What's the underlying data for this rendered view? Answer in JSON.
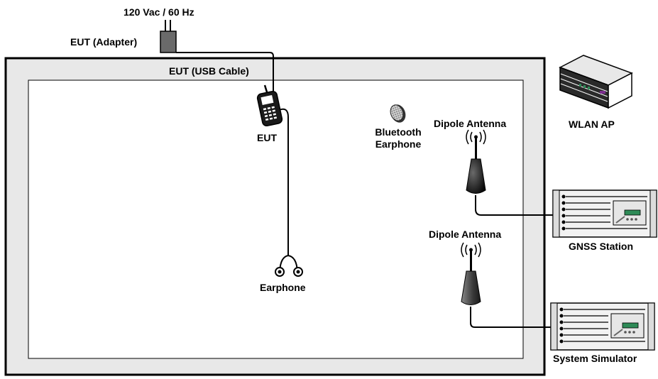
{
  "labels": {
    "power_source": "120 Vac / 60 Hz",
    "adapter": "EUT (Adapter)",
    "usb_cable": "EUT (USB Cable)",
    "eut": "EUT",
    "bluetooth_earphone_line1": "Bluetooth",
    "bluetooth_earphone_line2": "Earphone",
    "dipole_antenna_1": "Dipole Antenna",
    "dipole_antenna_2": "Dipole Antenna",
    "wlan_ap": "WLAN AP",
    "gnss_station": "GNSS Station",
    "system_simulator": "System Simulator",
    "earphone": "Earphone"
  },
  "colors": {
    "chamber_fill": "#e8e8e8",
    "chamber_border": "#000000",
    "device_dark": "#1a1a1a",
    "rack_fill": "#f2f2f2",
    "display_green": "#2e8b57"
  }
}
